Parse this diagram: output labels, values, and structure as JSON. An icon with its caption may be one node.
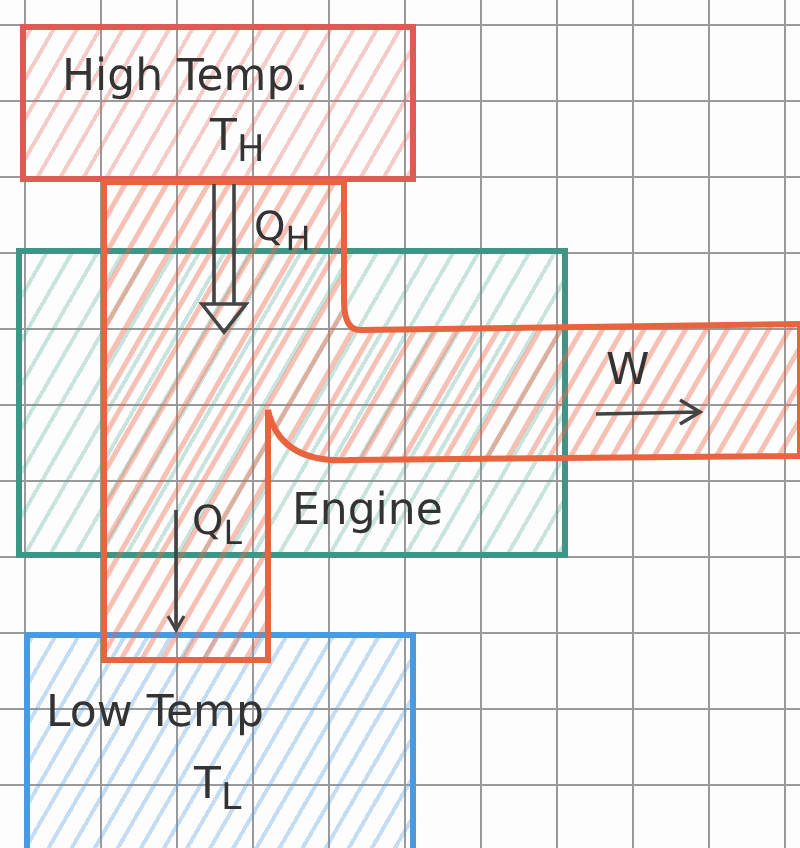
{
  "diagram": {
    "nodes": [
      {
        "text": [
          "High Temp.",
          "T$_{H}$"
        ]
      },
      {
        "text": [
          "Engine"
        ]
      },
      {
        "text": [
          "Low Temp",
          "T$_{L}$"
        ]
      }
    ],
    "edges": [
      {
        "from": 0,
        "to": 1,
        "arrow": "to",
        "label": "Q$_{H}$"
      },
      {
        "from": 1,
        "to": 2,
        "arrow": "to",
        "label": "Q$_{L}$"
      }
    ],
    "labels": [
      "W"
    ]
  }
}
